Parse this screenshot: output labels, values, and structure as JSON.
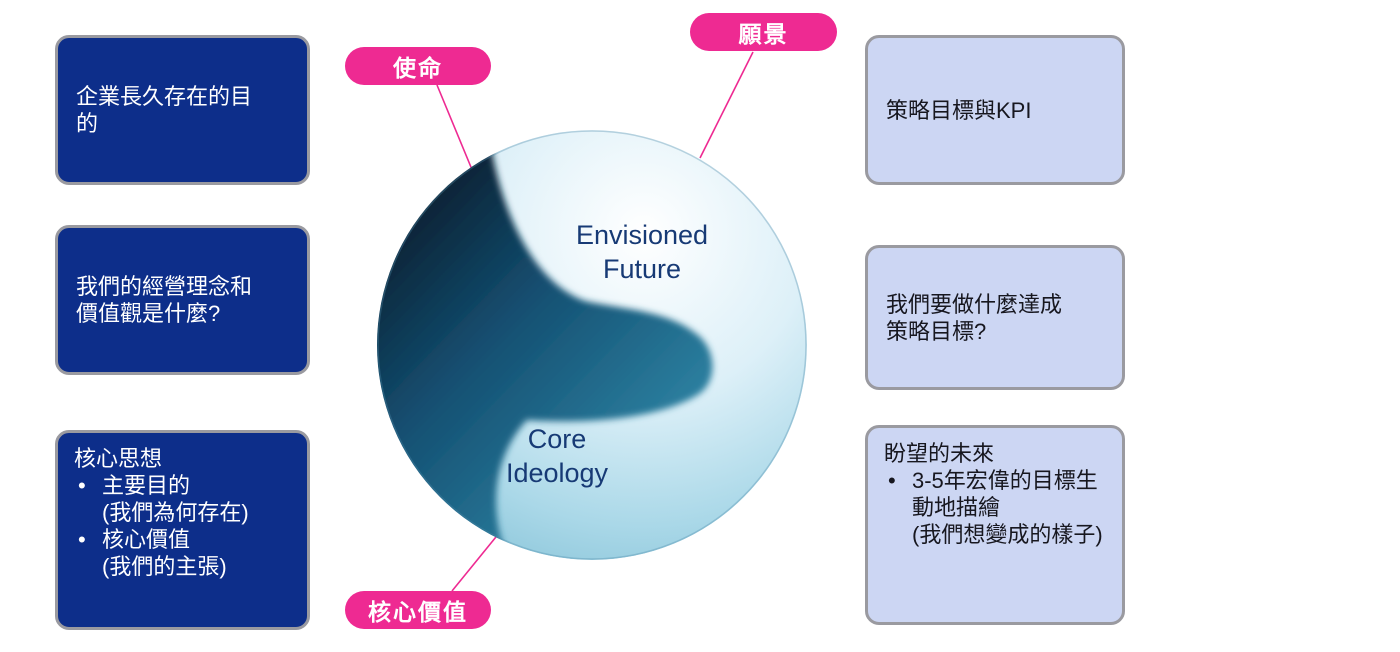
{
  "colors": {
    "accent_pink": "#ee2a92",
    "dark_box_bg": "#0d2e8a",
    "light_box_bg": "#ccd6f3",
    "box_border": "#9a9aa0",
    "sphere_dark": "#134e70",
    "sphere_light": "#ddf0f8",
    "sphere_text": "#173a75"
  },
  "ui": {
    "bullet": "•"
  },
  "pills": [
    {
      "label": "使命"
    },
    {
      "label": "願景"
    },
    {
      "label": "核心價值"
    }
  ],
  "sphere": {
    "top_label": "Envisioned\nFuture",
    "bottom_label": "Core\nIdeology"
  },
  "left_boxes": [
    {
      "text": "企業長久存在的目\n的"
    },
    {
      "text": "我們的經營理念和\n價值觀是什麼?"
    },
    {
      "title": "核心思想",
      "bullets": [
        {
          "text": "主要目的",
          "sub": "(我們為何存在)"
        },
        {
          "text": "核心價值",
          "sub": "(我們的主張)"
        }
      ]
    }
  ],
  "right_boxes": [
    {
      "text": "策略目標與KPI"
    },
    {
      "text": "我們要做什麼達成\n策略目標?"
    },
    {
      "title": "盼望的未來",
      "bullets": [
        {
          "text": "3-5年宏偉的目標生動地描繪",
          "sub": "(我們想變成的樣子)"
        }
      ]
    }
  ]
}
